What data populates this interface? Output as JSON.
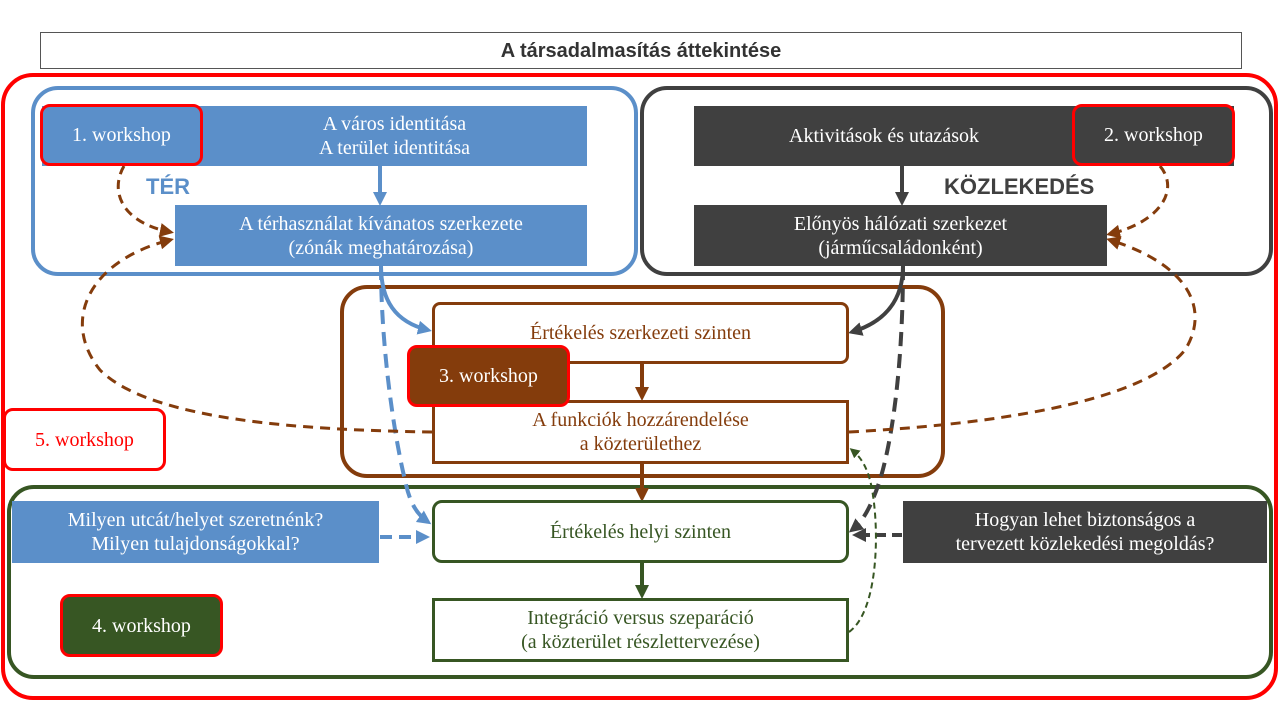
{
  "title": "A társadalmasítás áttekintése",
  "colors": {
    "outer_frame": "#ff0000",
    "space_group": "#5b8fc9",
    "transport_group": "#404040",
    "structural_group": "#843c0c",
    "local_group": "#375623"
  },
  "space_group": {
    "label": "TÉR",
    "identity_box": {
      "line1": "A város identitása",
      "line2": "A terület identitása"
    },
    "structure_box": {
      "line1": "A térhasználat kívánatos szerkezete",
      "line2": "(zónák meghatározása)"
    },
    "workshop": "1. workshop"
  },
  "transport_group": {
    "label": "KÖZLEKEDÉS",
    "activities_box": "Aktivitások és utazások",
    "network_box": {
      "line1": "Előnyös hálózati szerkezet",
      "line2": "(járműcsaládonként)"
    },
    "workshop": "2. workshop"
  },
  "structural_group": {
    "evaluation_box": "Értékelés szerkezeti szinten",
    "functions_box": {
      "line1": "A funkciók hozzárendelése",
      "line2": "a közterülethez"
    },
    "workshop": "3. workshop"
  },
  "local_group": {
    "question_left": {
      "line1": "Milyen utcát/helyet szeretnénk?",
      "line2": "Milyen tulajdonságokkal?"
    },
    "evaluation_box": "Értékelés helyi szinten",
    "integration_box": {
      "line1": "Integráció versus szeparáció",
      "line2": "(a közterület részlettervezése)"
    },
    "question_right": {
      "line1": "Hogyan lehet biztonságos a",
      "line2": "tervezett közlekedési megoldás?"
    },
    "workshop": "4. workshop"
  },
  "overall_workshop": "5. workshop"
}
